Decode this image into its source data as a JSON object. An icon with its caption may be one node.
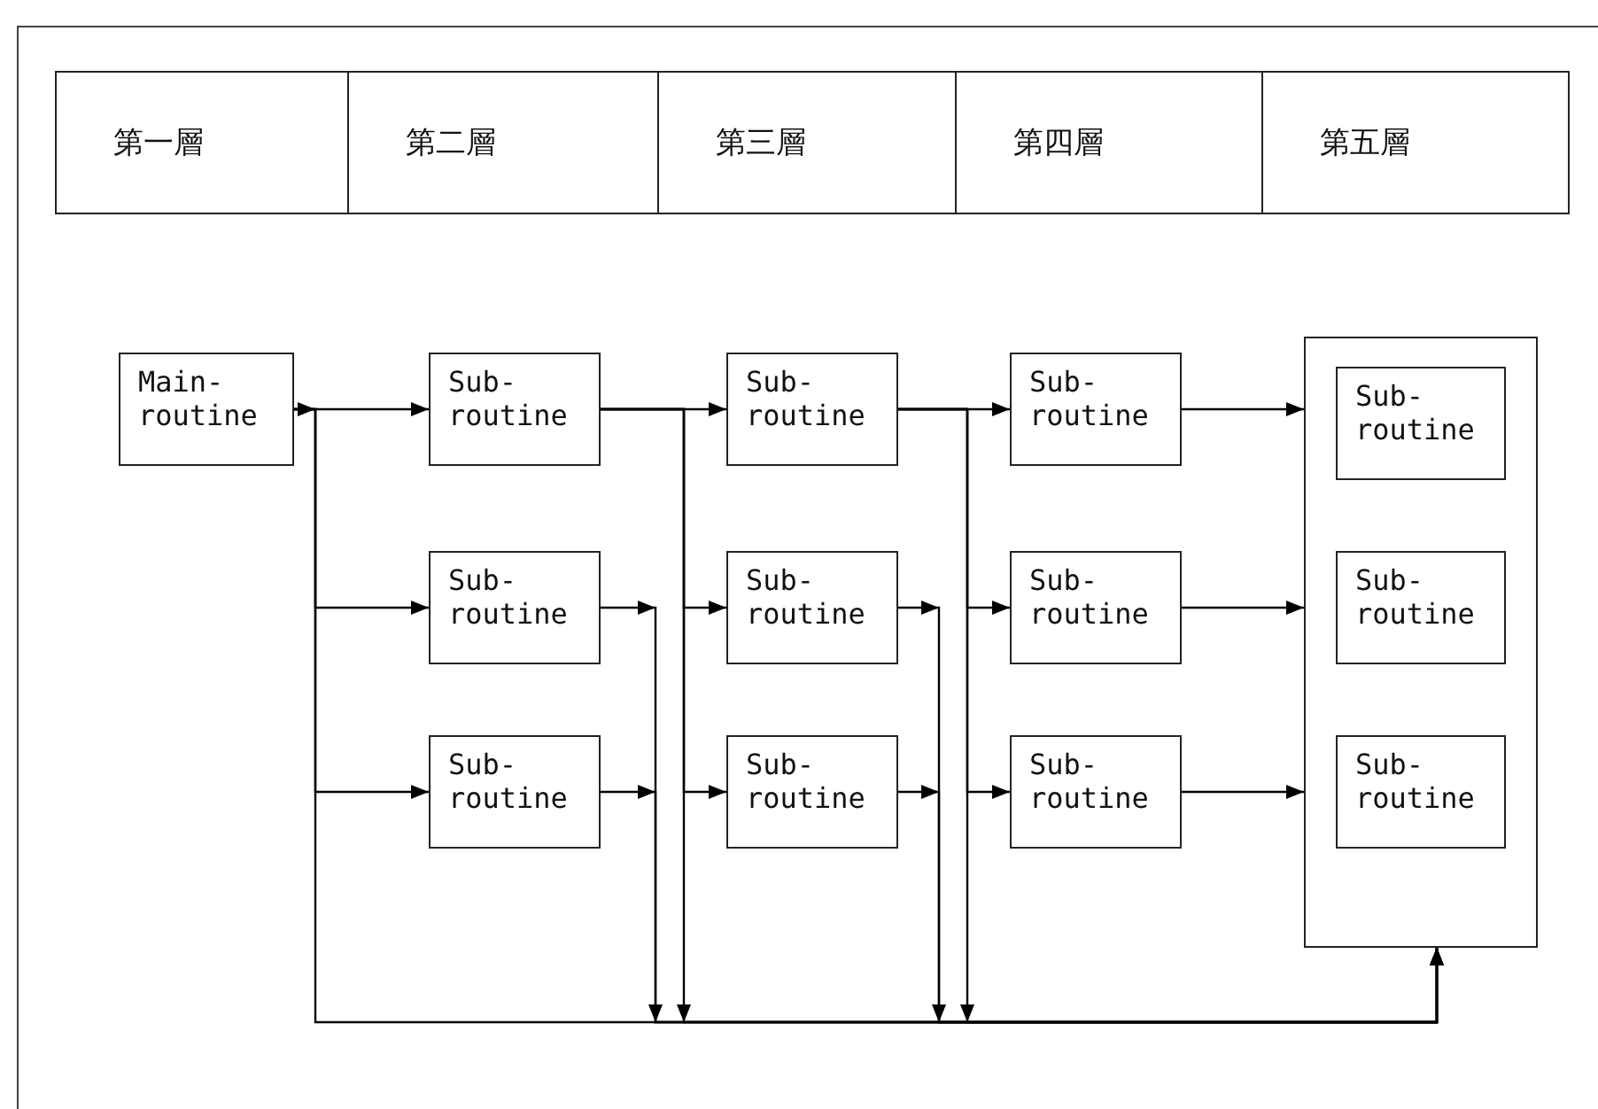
{
  "diagram": {
    "nodes": [
      {
        "text": [
          "第一層"
        ]
      },
      {
        "text": [
          "第二層"
        ]
      },
      {
        "text": [
          "第三層"
        ]
      },
      {
        "text": [
          "第四層"
        ]
      },
      {
        "text": [
          "第五層"
        ]
      },
      {
        "text": [
          "Main- routine"
        ]
      },
      {
        "text": [
          "Sub- routine"
        ]
      },
      {
        "text": [
          "Sub- routine"
        ]
      },
      {
        "text": [
          "Sub- routine"
        ]
      },
      {
        "text": [
          "Sub- routine"
        ]
      },
      {
        "text": [
          "Sub- routine"
        ]
      },
      {
        "text": [
          "Sub- routine"
        ]
      },
      {
        "text": [
          "Sub- routine"
        ]
      },
      {
        "text": [
          "Sub- routine"
        ]
      },
      {
        "text": [
          "Sub- routine"
        ]
      },
      {
        "text": [],
        "shape": "box"
      },
      {
        "text": [
          "Sub- routine"
        ],
        "in": 15
      },
      {
        "text": [
          "Sub- routine"
        ],
        "in": 15
      },
      {
        "text": [
          "Sub- routine"
        ],
        "in": 15
      }
    ],
    "edges": [
      {
        "from": 5,
        "to": 6,
        "arrow": "to"
      },
      {
        "from": 5,
        "to": 7,
        "arrow": "to"
      },
      {
        "from": 5,
        "to": 8,
        "arrow": "to"
      },
      {
        "from": 5,
        "to": 15,
        "arrow": "to"
      },
      {
        "from": 6,
        "to": 9,
        "arrow": "to"
      },
      {
        "from": 6,
        "to": 10,
        "arrow": "to"
      },
      {
        "from": 6,
        "to": 11,
        "arrow": "to"
      },
      {
        "from": 6,
        "to": 15,
        "arrow": "to"
      },
      {
        "from": 7,
        "to": 15,
        "arrow": "to"
      },
      {
        "from": 8,
        "to": 15,
        "arrow": "to"
      },
      {
        "from": 9,
        "to": 12,
        "arrow": "to"
      },
      {
        "from": 9,
        "to": 13,
        "arrow": "to"
      },
      {
        "from": 9,
        "to": 14,
        "arrow": "to"
      },
      {
        "from": 9,
        "to": 15,
        "arrow": "to"
      },
      {
        "from": 10,
        "to": 15,
        "arrow": "to"
      },
      {
        "from": 11,
        "to": 15,
        "arrow": "to"
      },
      {
        "from": 12,
        "to": 15,
        "arrow": "to"
      },
      {
        "from": 13,
        "to": 15,
        "arrow": "to"
      },
      {
        "from": 14,
        "to": 15,
        "arrow": "to"
      }
    ]
  }
}
